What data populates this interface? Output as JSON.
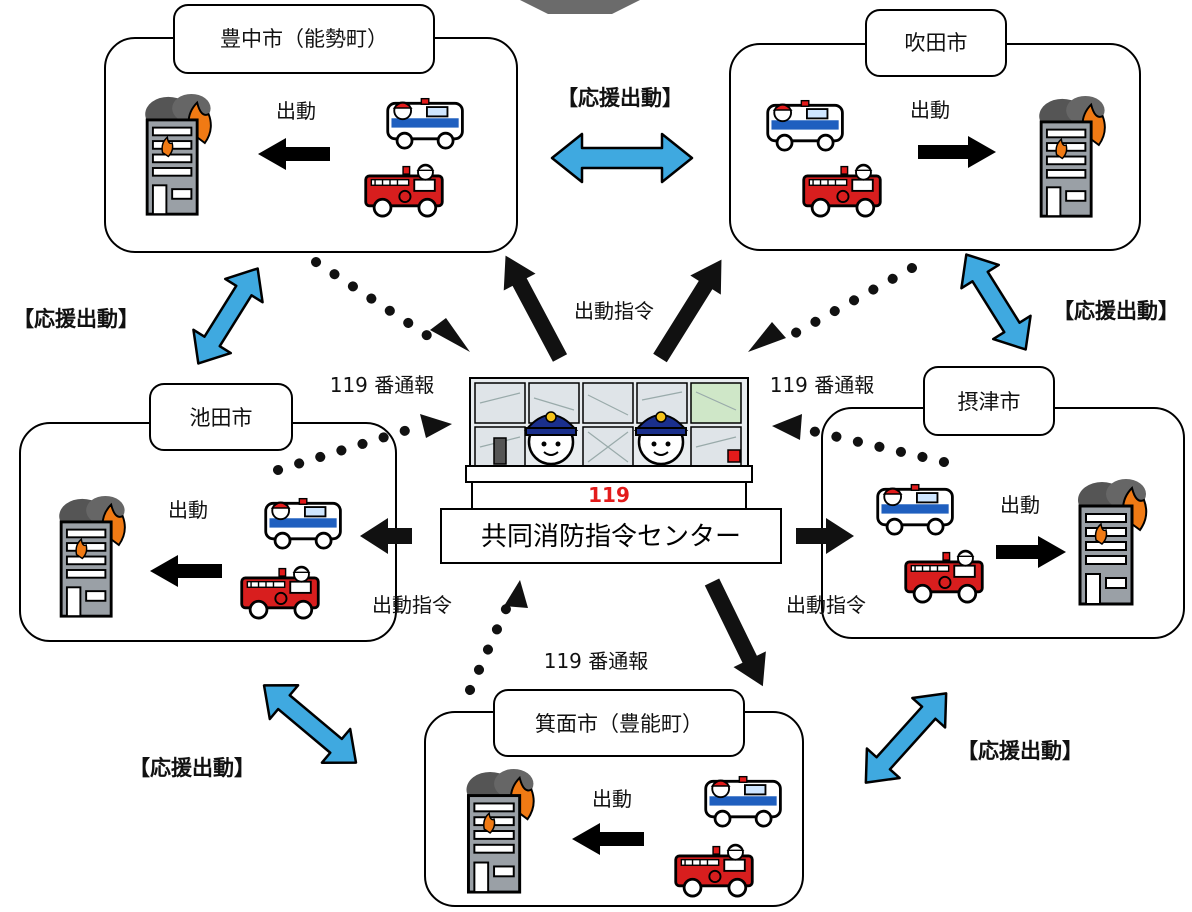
{
  "top_fragment": "",
  "center": {
    "sign": "119",
    "label": "共同消防指令センター"
  },
  "cities": {
    "toyonaka": {
      "name": "豊中市（能勢町）",
      "dispatch": "出動"
    },
    "suita": {
      "name": "吹田市",
      "dispatch": "出動"
    },
    "ikeda": {
      "name": "池田市",
      "dispatch": "出動"
    },
    "settsu": {
      "name": "摂津市",
      "dispatch": "出動"
    },
    "minoh": {
      "name": "箕面市（豊能町）",
      "dispatch": "出動"
    }
  },
  "labels": {
    "support": "【応援出動】",
    "dispatch_order": "出動指令",
    "report_119": "119 番通報"
  },
  "colors": {
    "support_arrow": "#3fa9e0",
    "order_arrow": "#111111",
    "fire_engine": "#d81e1e",
    "ambulance_stripe": "#1f5fbf",
    "building": "#9aa0a6",
    "flame": "#f07a14",
    "smoke": "#555555",
    "operator_uniform": "#1a2f8c"
  }
}
